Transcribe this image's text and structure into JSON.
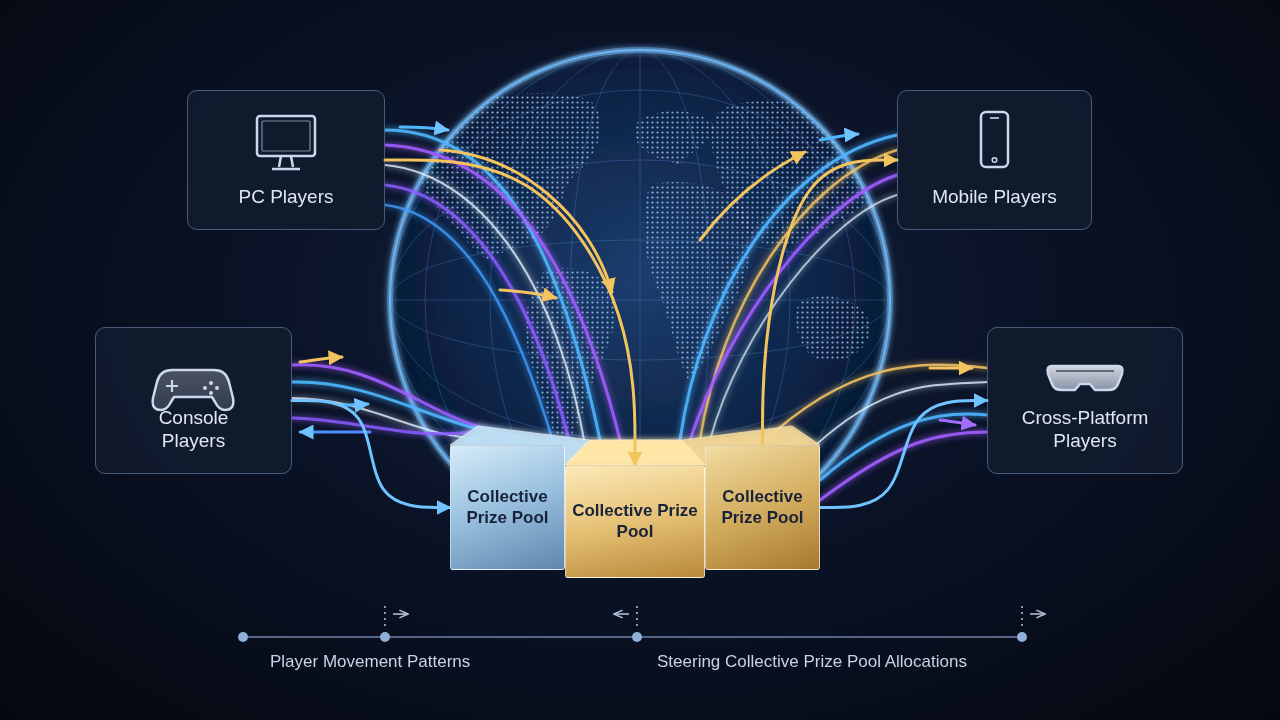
{
  "diagram": {
    "nodes": [
      {
        "text": [
          "PC Players"
        ]
      },
      {
        "text": [
          "Mobile Players"
        ]
      },
      {
        "text": [
          "Console Players"
        ]
      },
      {
        "text": [
          "Cross-Platform Players"
        ]
      },
      {
        "text": [
          "Collective Prize Pool"
        ]
      },
      {
        "text": [
          "Collective Prize Pool"
        ]
      },
      {
        "text": [
          "Collective Prize Pool"
        ]
      }
    ],
    "edges": [
      {
        "from": 0,
        "to": 5,
        "arrow": "to"
      },
      {
        "from": 2,
        "to": 4,
        "arrow": "to"
      },
      {
        "from": 6,
        "to": 1,
        "arrow": "to"
      },
      {
        "from": 6,
        "to": 3,
        "arrow": "to"
      }
    ],
    "labels": [
      "Player Movement Patterns",
      "Steering Collective Prize Pool Allocations"
    ]
  }
}
